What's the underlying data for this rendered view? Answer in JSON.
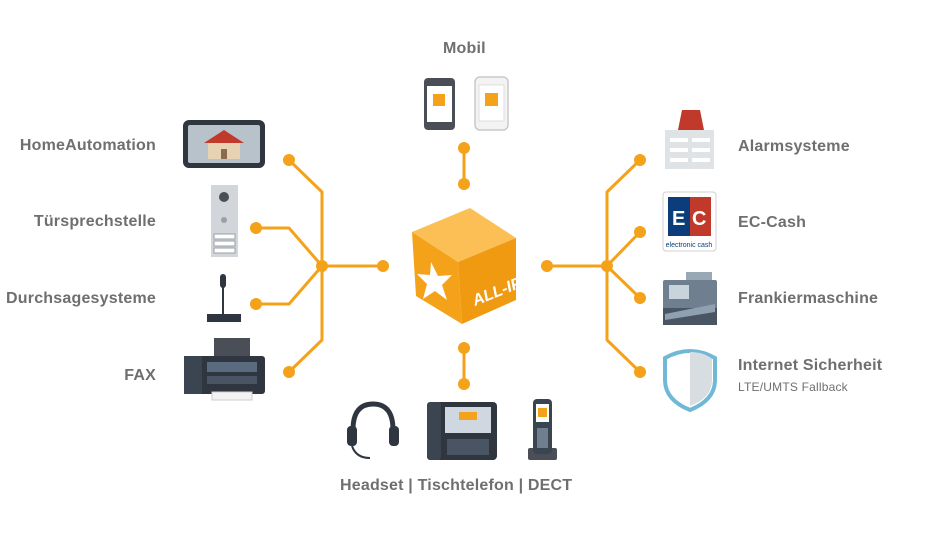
{
  "center": {
    "label": "ALL-IP"
  },
  "top": {
    "label": "Mobil"
  },
  "bottom": {
    "label": "Headset | Tischtelefon | DECT"
  },
  "left_items": [
    {
      "label": "HomeAutomation",
      "icon": "smart-home-display-icon"
    },
    {
      "label": "Türsprechstelle",
      "icon": "door-intercom-icon"
    },
    {
      "label": "Durchsagesysteme",
      "icon": "gooseneck-microphone-icon"
    },
    {
      "label": "FAX",
      "icon": "fax-machine-icon"
    }
  ],
  "right_items": [
    {
      "label": "Alarmsysteme",
      "icon": "alarm-siren-icon"
    },
    {
      "label": "EC-Cash",
      "icon": "ec-cash-card-icon"
    },
    {
      "label": "Frankiermaschine",
      "icon": "franking-machine-icon"
    },
    {
      "label": "Internet Sicherheit",
      "sublabel": "LTE/UMTS Fallback",
      "icon": "shield-icon"
    }
  ],
  "ec_card_text": "electronic cash",
  "colors": {
    "accent": "#f5a21b",
    "text": "#6f6f6f",
    "device_dark": "#3b4552",
    "shield": "#6fb8d6"
  }
}
